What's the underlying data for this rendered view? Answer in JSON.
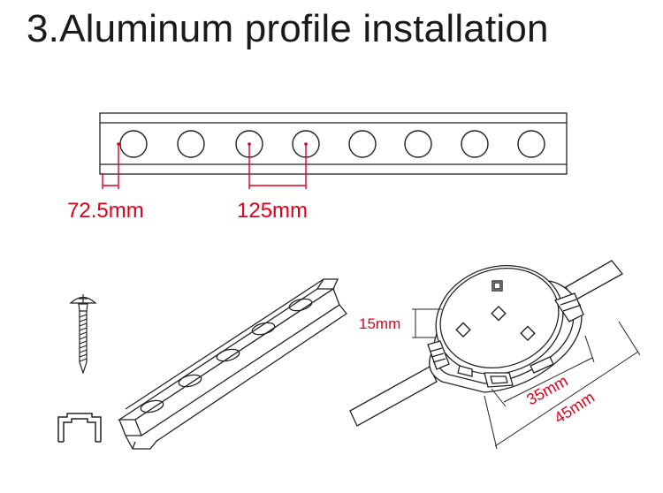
{
  "title": "3.Aluminum profile installation",
  "dimensions": {
    "hole_offset": "72.5mm",
    "hole_pitch": "125mm",
    "module_height": "15mm",
    "inner_width": "35mm",
    "outer_width": "45mm"
  },
  "colors": {
    "dimension_red": "#e0001b",
    "line": "#222222"
  },
  "icons": [
    "screw-icon",
    "profile-cross-section-icon",
    "aluminum-profile-rail",
    "led-pixel-module"
  ]
}
